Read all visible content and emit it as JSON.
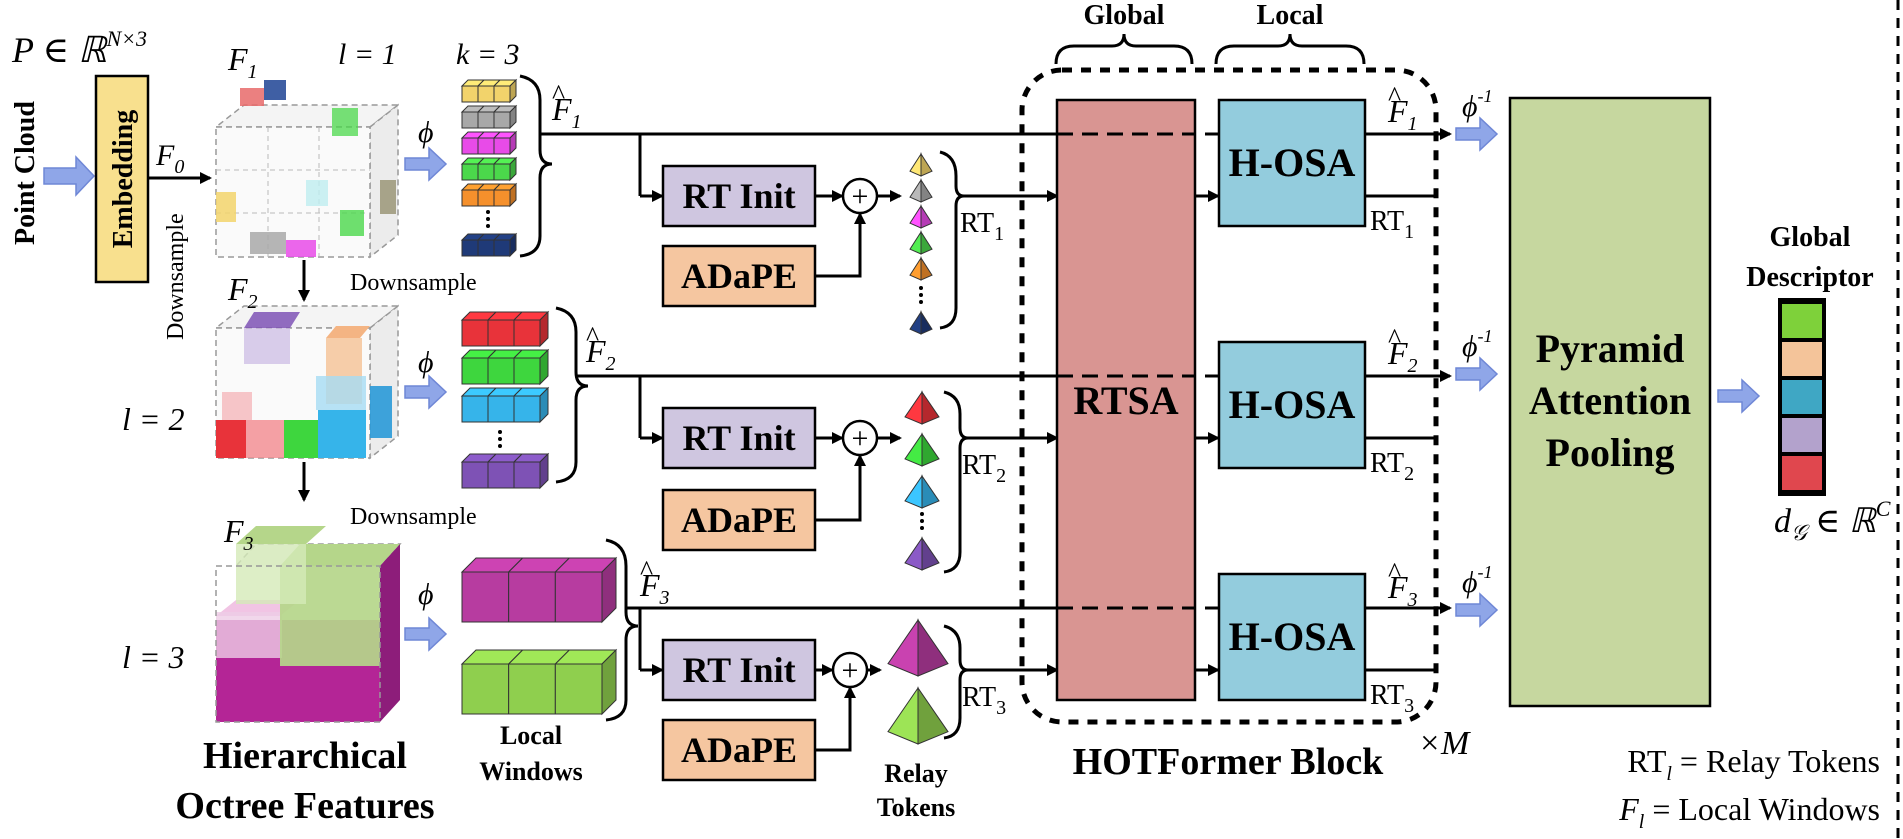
{
  "input": {
    "set_label": "P ∈ ℝ",
    "set_exp": "N×3",
    "point_cloud": "Point Cloud"
  },
  "embedding": {
    "label": "Embedding",
    "f0": "F",
    "f0_sub": "0",
    "downsample_vertical": "Downsample"
  },
  "levels": [
    {
      "feat": "F",
      "sub": "1",
      "level_label": "l = 1",
      "k_label": "k = 3",
      "phi": "ϕ",
      "hat_label": "F",
      "hat_sub": "1",
      "rt_sub": "1"
    },
    {
      "feat": "F",
      "sub": "2",
      "level_label": "l = 2",
      "phi": "ϕ",
      "hat_label": "F",
      "hat_sub": "2",
      "rt_sub": "2"
    },
    {
      "feat": "F",
      "sub": "3",
      "level_label": "l = 3",
      "phi": "ϕ",
      "hat_label": "F",
      "hat_sub": "3",
      "rt_sub": "3"
    }
  ],
  "downsample": "Downsample",
  "blocks": {
    "rt_init": "RT Init",
    "adape": "ADaPE",
    "plus": "+",
    "rt_prefix": "RT",
    "phi_inv": "ϕ",
    "phi_inv_exp": "-1"
  },
  "hotformer": {
    "global_label": "Global",
    "local_label": "Local",
    "rtsa": "RTSA",
    "hosa": "H-OSA",
    "title": "HOTFormer Block",
    "repeat": "×M"
  },
  "pooling": {
    "line1": "Pyramid",
    "line2": "Attention",
    "line3": "Pooling"
  },
  "descriptor": {
    "title_line1": "Global",
    "title_line2": "Descriptor",
    "math": "d",
    "math_sub": "𝒢",
    "math_rest": " ∈ ℝ",
    "math_exp": "C",
    "colors": [
      "#7ed13a",
      "#f4c49a",
      "#3fa7c4",
      "#b3a2cc",
      "#e0474e"
    ]
  },
  "captions": {
    "hier_line1": "Hierarchical",
    "hier_line2": "Octree Features",
    "local_windows_line1": "Local",
    "local_windows_line2": "Windows",
    "relay_line1": "Relay",
    "relay_line2": "Tokens"
  },
  "legend": {
    "rt_prefix": "RT",
    "rt_sub": "l",
    "rt_rest": " = Relay Tokens",
    "f_prefix": "F",
    "f_sub": "l",
    "f_rest": " = Local Windows"
  },
  "colors": {
    "rt_init": "#cfc6e0",
    "adape": "#f5c6a0",
    "rtsa": "#d99592",
    "hosa": "#93ccdd",
    "pooling": "#c6d79f",
    "embedding": "#f8e08e",
    "arrow": "#8fa6e8"
  },
  "token_colors": {
    "level1": [
      "#f2d36b",
      "#a8a8a8",
      "#e84be8",
      "#4bd84b",
      "#f5902c",
      "#1f3a78"
    ],
    "level2": [
      "#e8333a",
      "#3ed63e",
      "#36b4ea",
      "#7e52b5"
    ],
    "level3": [
      "#b73ca0",
      "#8fcf4e"
    ]
  }
}
